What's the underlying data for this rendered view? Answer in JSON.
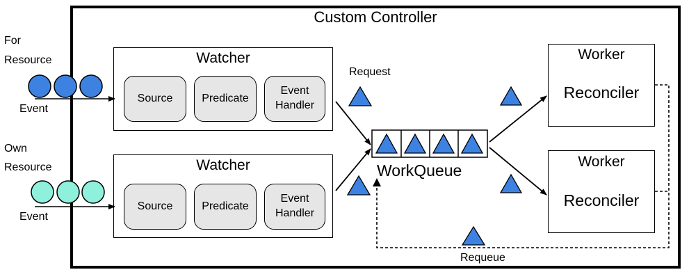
{
  "controller": {
    "title": "Custom Controller"
  },
  "left_labels": {
    "for_resource": [
      "For",
      "Resource"
    ],
    "own_resource": [
      "Own",
      "Resource"
    ],
    "event_top": "Event",
    "event_bottom": "Event"
  },
  "watchers": [
    {
      "title": "Watcher",
      "source": "Source",
      "predicate": "Predicate",
      "event_handler": [
        "Event",
        "Handler"
      ]
    },
    {
      "title": "Watcher",
      "source": "Source",
      "predicate": "Predicate",
      "event_handler": [
        "Event",
        "Handler"
      ]
    }
  ],
  "queue": {
    "label": "WorkQueue",
    "request_label": "Request",
    "requeue_label": "Requeue"
  },
  "workers": [
    {
      "title": "Worker",
      "reconciler": "Reconciler"
    },
    {
      "title": "Worker",
      "reconciler": "Reconciler"
    }
  ],
  "colors": {
    "for_resource_events": "#3d82e0",
    "own_resource_events": "#8ff0dc",
    "request_triangle": "#3d82e0",
    "component_fill": "#e6e6e6"
  }
}
